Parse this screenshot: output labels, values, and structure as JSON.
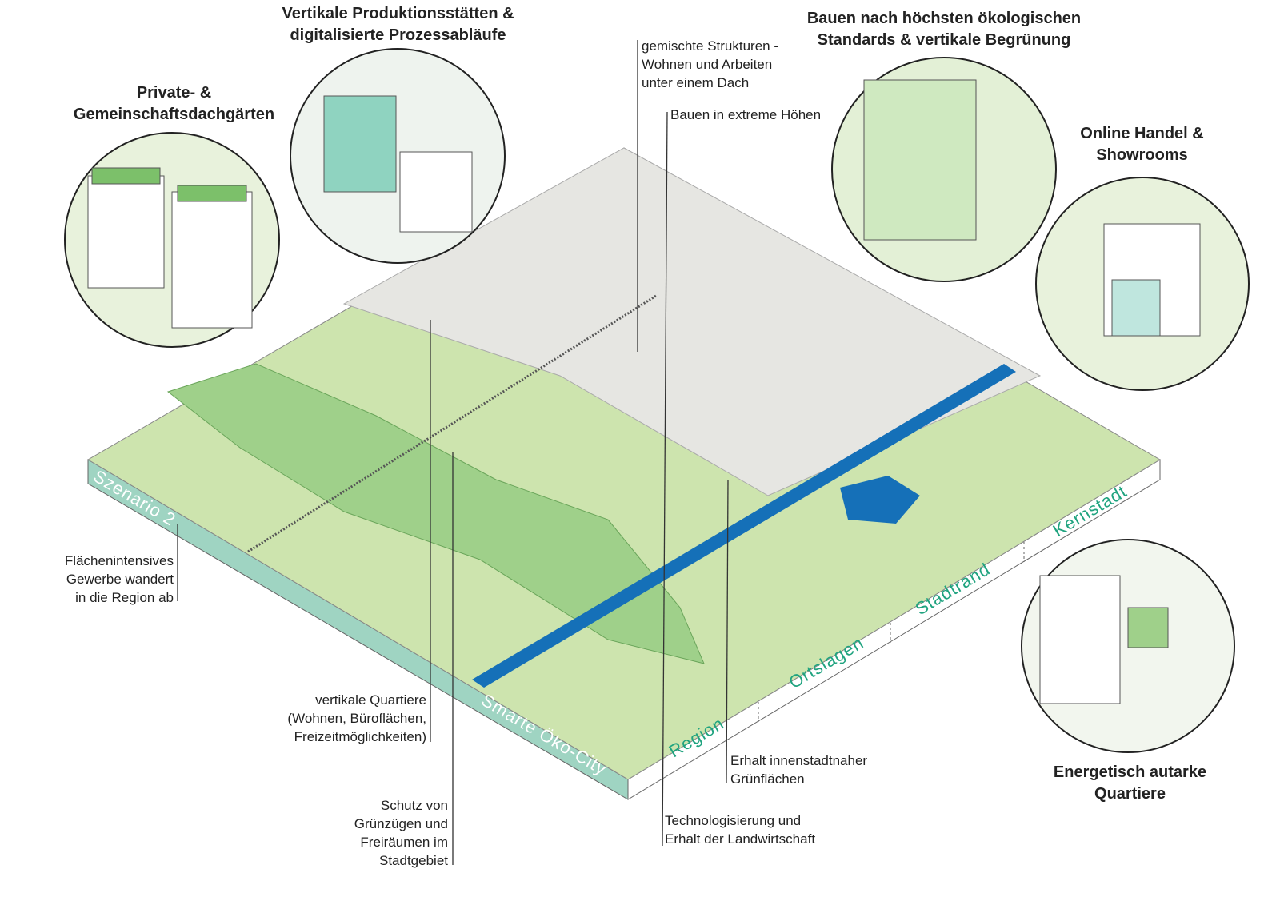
{
  "headings": {
    "dachgaerten": "Private- &\nGemeinschaftsdachgärten",
    "produktion": "Vertikale Produktionsstätten &\ndigitalisierte Prozessabläufe",
    "oekologisch": "Bauen nach höchsten ökologischen\nStandards & vertikale Begrünung",
    "online": "Online Handel &\nShowrooms",
    "energetisch": "Energetisch autarke\nQuartiere"
  },
  "annotations": {
    "gemischt": "gemischte Strukturen -\nWohnen und Arbeiten\nunter einem Dach",
    "hoehen": "Bauen in extreme Höhen",
    "gewerbe": "Flächenintensives\nGewerbe wandert\nin die Region ab",
    "vertikal": "vertikale Quartiere\n(Wohnen, Büroflächen,\nFreizeitmöglichkeiten)",
    "schutz": "Schutz von\nGrünzügen und\nFreiräumen im\nStadtgebiet",
    "technologisierung": "Technologisierung und\nErhalt der Landwirtschaft",
    "erhalt": "Erhalt innenstadtnaher\nGrünflächen"
  },
  "base_labels": {
    "scenario": "Szenario 2",
    "title": "Smarte Öko-City",
    "zones": [
      "Region",
      "Ortslagen",
      "Stadtrand",
      "Kernstadt"
    ]
  },
  "colors": {
    "ground": "#cde4ae",
    "green_dark": "#7cc06a",
    "teal_side": "#9fd4c2",
    "teal_text": "#1fa37f",
    "water": "#1570b8",
    "urban": "#e6e6e2"
  }
}
